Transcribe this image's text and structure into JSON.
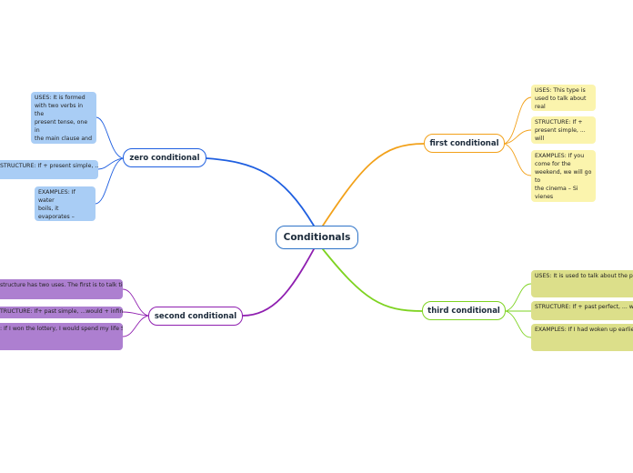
{
  "central": {
    "label": "Conditionals"
  },
  "branches": {
    "zero": {
      "label": "zero conditional",
      "color": "#1f5fe0"
    },
    "first": {
      "label": "first conditional",
      "color": "#f2a11a"
    },
    "second": {
      "label": "second conditional",
      "color": "#8f1fb0"
    },
    "third": {
      "label": "third conditional",
      "color": "#7ed321"
    }
  },
  "notes": {
    "zero_uses": "USES: It is formed\nwith two verbs in the\npresent tense, one in\nthe main clause and\none in the subordinate\nclause.",
    "zero_structure": "STRUCTURE: If + present simple, ....\npresent simple.",
    "zero_examples": "EXAMPLES: If water\nboils, it evaporates –\nSi el agua hierve, se\nevapora.",
    "first_uses": "USES: This type is\nused to talk about real\nor possible situations",
    "first_structure": "STRUCTURE: If +\npresent simple, ... will\n+ infinitive.",
    "first_examples": "EXAMPLES: If you\ncome for the\nweekend, we will go to\nthe cinema – Si vienes\npara el fin de semana,\niremos al cine.",
    "second_uses": "structure has two uses. The first is to talk\ntions in the future that are not likely to happen.",
    "second_structure": "TRUCTURE: If+ past simple, ...would + infinitive.",
    "second_examples": ": If I won the lottery, I would spend my life\nSi ganara la lotería, me pasaría la vida",
    "third_uses": "USES: It is used to talk about the past, de\nsituation that did not happen and its pos\nconsequences.",
    "third_structure": "STRUCTURE: If + past perfect, ... would + h\nparticiple.",
    "third_examples": "EXAMPLES: If I had woken up earlier, I wo\narrived on time – Si me hubiera levantado\nhabría llegado a tiempo."
  }
}
